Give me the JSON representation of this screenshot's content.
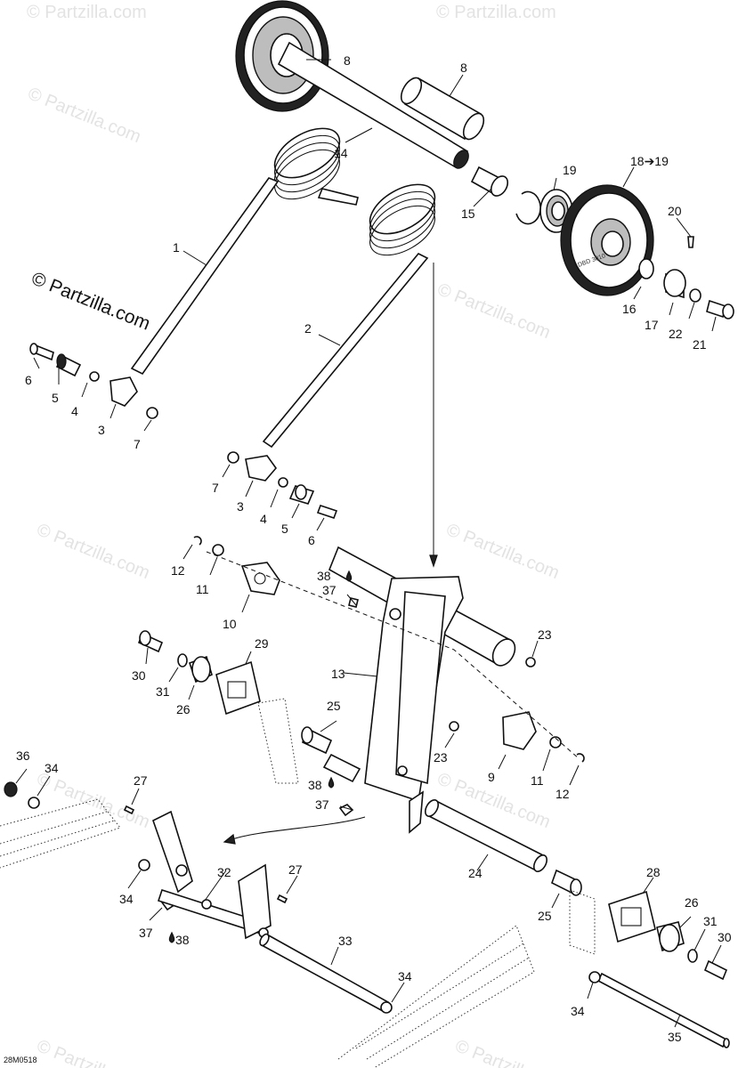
{
  "watermark": {
    "text": "© Partzilla.com",
    "credit_text": "© Partzilla.com"
  },
  "drawing_code": "28M0518",
  "wheel_marking": "DBD 3010",
  "callouts": {
    "c1": "1",
    "c2": "2",
    "c3a": "3",
    "c3b": "3",
    "c4a": "4",
    "c4b": "4",
    "c5a": "5",
    "c5b": "5",
    "c6a": "6",
    "c6b": "6",
    "c7a": "7",
    "c7b": "7",
    "c8a": "8",
    "c8b": "8",
    "c9": "9",
    "c10": "10",
    "c11a": "11",
    "c11b": "11",
    "c12a": "12",
    "c12b": "12",
    "c13": "13",
    "c14": "14",
    "c15": "15",
    "c16": "16",
    "c17": "17",
    "c18": "18➔19",
    "c19": "19",
    "c20": "20",
    "c21": "21",
    "c22": "22",
    "c23a": "23",
    "c23b": "23",
    "c24": "24",
    "c25a": "25",
    "c25b": "25",
    "c26a": "26",
    "c26b": "26",
    "c27a": "27",
    "c27b": "27",
    "c28": "28",
    "c29": "29",
    "c30a": "30",
    "c30b": "30",
    "c31a": "31",
    "c31b": "31",
    "c32": "32",
    "c33": "33",
    "c34a": "34",
    "c34b": "34",
    "c34c": "34",
    "c34d": "34",
    "c35": "35",
    "c36": "36",
    "c37a": "37",
    "c37b": "37",
    "c37c": "37",
    "c38a": "38",
    "c38b": "38",
    "c38c": "38"
  },
  "icons": {
    "lubricant": "oil-drop-icon"
  }
}
